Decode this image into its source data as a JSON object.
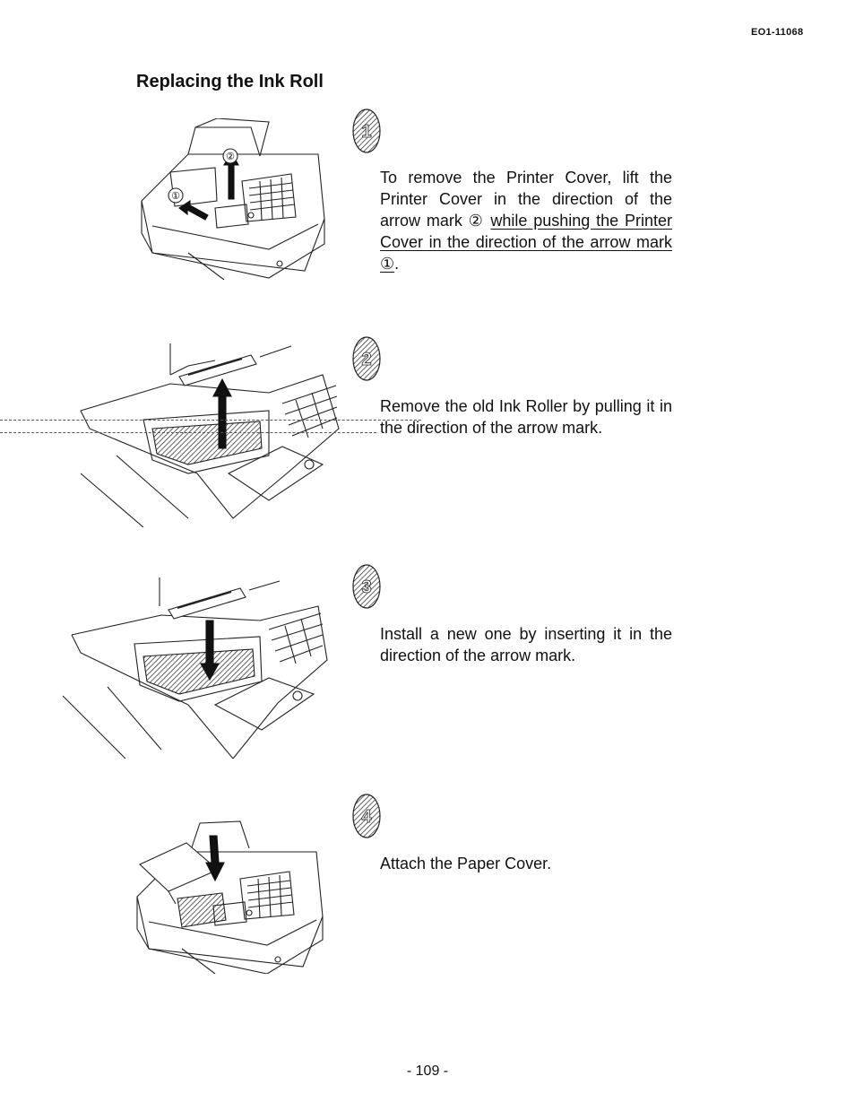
{
  "header": {
    "doc_code": "EO1-11068"
  },
  "title": "Replacing the Ink Roll",
  "steps": [
    {
      "number": "1",
      "text_plain": "To remove the Printer Cover, lift the Printer Cover in the direction of the arrow mark ② ",
      "text_underlined": "while pushing the Printer Cover in the direction of the arrow mark ①",
      "text_end": "."
    },
    {
      "number": "2",
      "text": "Remove the old Ink Roller by pulling it in the direction of the arrow mark."
    },
    {
      "number": "3",
      "text": "Install a new one by inserting it in the direction of the arrow mark."
    },
    {
      "number": "4",
      "text": "Attach the Paper Cover."
    }
  ],
  "figure_labels": {
    "arrow_1": "①",
    "arrow_2": "②"
  },
  "page_number": "- 109 -"
}
